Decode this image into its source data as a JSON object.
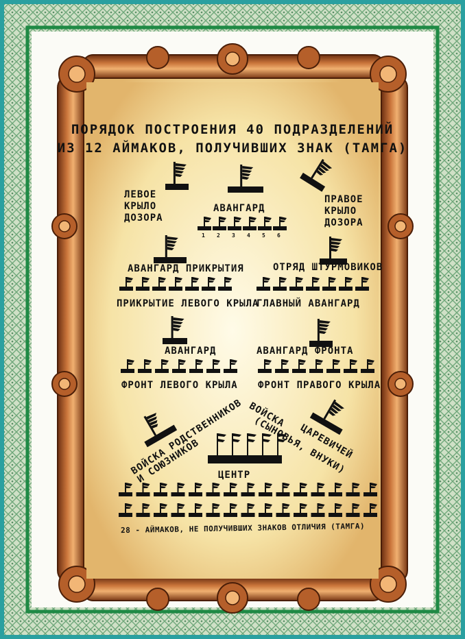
{
  "title": {
    "line1": "Порядок построения 40 подразделений",
    "line2": "из 12 аймаков, получивших знак (тамга)"
  },
  "labels": {
    "left_wing_patrol": "Левое\nкрыло\nдозора",
    "vanguard_top": "Авангард",
    "right_wing_patrol": "Правое\nкрыло\nдозора",
    "cover_vanguard": "Авангард прикрытия",
    "storm_detachment": "Отряд штурмовиков",
    "left_wing_cover": "Прикрытие левого крыла",
    "main_vanguard": "Главный авангард",
    "vanguard_left": "Авангард",
    "front_vanguard": "Авангард фронта",
    "left_wing_front": "Фронт левого крыла",
    "right_wing_front": "Фронт правого крыла",
    "relatives_troops_1": "Войска родственников",
    "relatives_troops_2": "и союзников",
    "princes_troops_1": "Войска",
    "princes_troops_2": "царевичей",
    "princes_troops_3": "(сыновья, внуки)",
    "center": "Центр",
    "footer": "28 - аймаков, не получивших знаков отличия (тамга)"
  },
  "unit_numbers": [
    "1",
    "2",
    "3",
    "4",
    "5",
    "6"
  ],
  "colors": {
    "parchment": "#f7e6b0",
    "scroll": "#c9743a",
    "border_green": "#2f9a52",
    "ink": "#111111"
  }
}
